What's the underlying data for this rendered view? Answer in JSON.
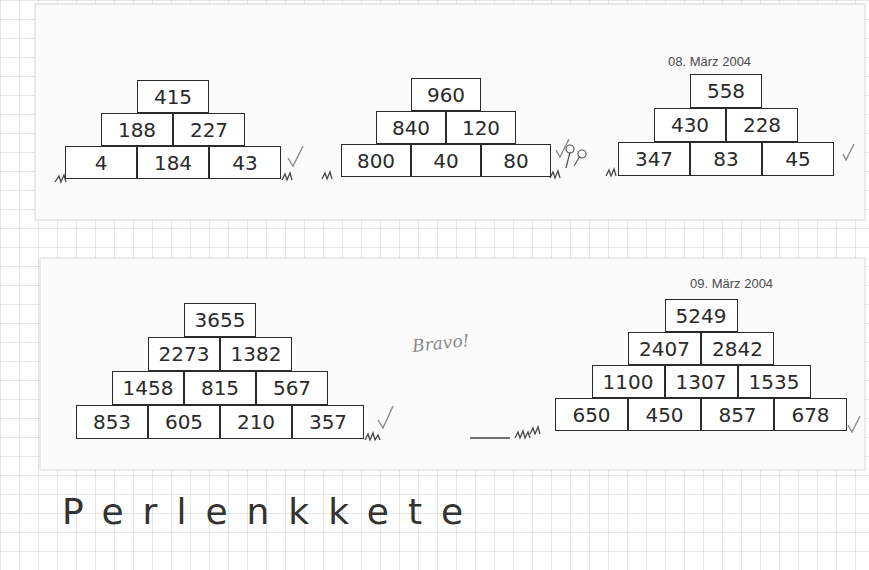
{
  "diagram": {
    "nodes": [
      {
        "text": [
          "415"
        ]
      },
      {
        "text": [
          "188"
        ]
      },
      {
        "text": [
          "227"
        ]
      },
      {
        "text": [
          "4"
        ]
      },
      {
        "text": [
          "184"
        ]
      },
      {
        "text": [
          "43"
        ]
      },
      {
        "text": [
          "960"
        ]
      },
      {
        "text": [
          "840"
        ]
      },
      {
        "text": [
          "120"
        ]
      },
      {
        "text": [
          "800"
        ]
      },
      {
        "text": [
          "40"
        ]
      },
      {
        "text": [
          "80"
        ]
      },
      {
        "text": [
          "558"
        ]
      },
      {
        "text": [
          "430"
        ]
      },
      {
        "text": [
          "228"
        ]
      },
      {
        "text": [
          "347"
        ]
      },
      {
        "text": [
          "83"
        ]
      },
      {
        "text": [
          "45"
        ]
      },
      {
        "text": [
          "3655"
        ]
      },
      {
        "text": [
          "2273"
        ]
      },
      {
        "text": [
          "1382"
        ]
      },
      {
        "text": [
          "1458"
        ]
      },
      {
        "text": [
          "815"
        ]
      },
      {
        "text": [
          "567"
        ]
      },
      {
        "text": [
          "853"
        ]
      },
      {
        "text": [
          "605"
        ]
      },
      {
        "text": [
          "210"
        ]
      },
      {
        "text": [
          "357"
        ]
      },
      {
        "text": [
          "5249"
        ]
      },
      {
        "text": [
          "2407"
        ]
      },
      {
        "text": [
          "2842"
        ]
      },
      {
        "text": [
          "1100"
        ]
      },
      {
        "text": [
          "1307"
        ]
      },
      {
        "text": [
          "1535"
        ]
      },
      {
        "text": [
          "650"
        ]
      },
      {
        "text": [
          "450"
        ]
      },
      {
        "text": [
          "857"
        ]
      },
      {
        "text": [
          "678"
        ]
      }
    ],
    "labels": [
      "08. März 2004",
      "09. März 2004",
      "Bravo!",
      "Perlenkkete"
    ]
  }
}
